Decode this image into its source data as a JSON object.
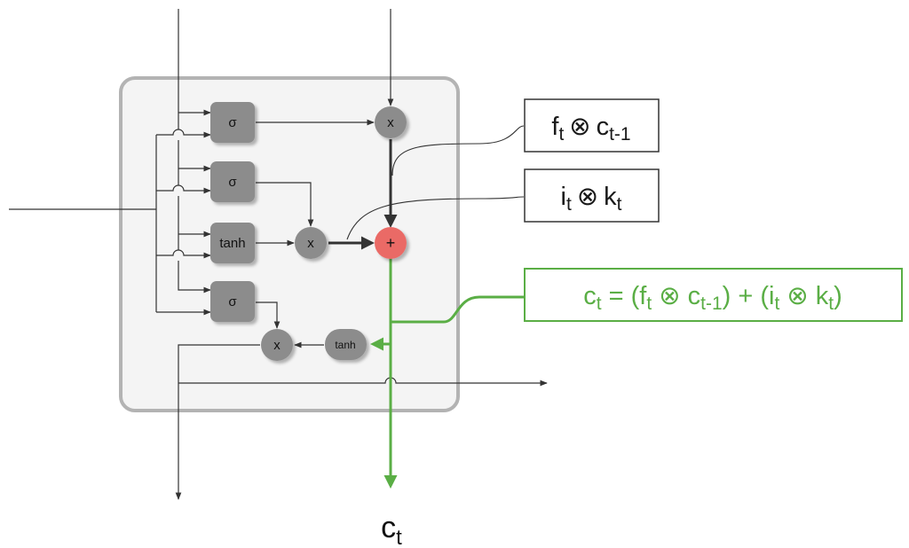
{
  "gates": {
    "forget": "σ",
    "input": "σ",
    "candidate": "tanh",
    "output": "σ",
    "output_tanh": "tanh"
  },
  "ops": {
    "forget_multiply": "x",
    "input_multiply": "x",
    "add": "+",
    "output_multiply": "x"
  },
  "annotations": {
    "forget_term": {
      "f": "f",
      "f_sub": "t",
      "op": "⊗",
      "c": "c",
      "c_sub": "t-1"
    },
    "input_term": {
      "i": "i",
      "i_sub": "t",
      "op": "⊗",
      "k": "k",
      "k_sub": "t"
    },
    "cell_equation": {
      "lhs": "c",
      "lhs_sub": "t",
      "eq": " = (",
      "f": "f",
      "f_sub": "t",
      "op1": " ⊗ ",
      "c": "c",
      "c_sub": "t-1",
      "mid": ") + (",
      "i": "i",
      "i_sub": "t",
      "op2": " ⊗ ",
      "k": "k",
      "k_sub": "t",
      "end": ")"
    }
  },
  "output_label": {
    "c": "c",
    "sub": "t"
  },
  "colors": {
    "cell_background": "#f4f4f4",
    "cell_border": "#b3b3b3",
    "gate_fill": "#8c8c8c",
    "add_fill": "#ea6b66",
    "line": "#333333",
    "highlight": "#5aae45"
  }
}
